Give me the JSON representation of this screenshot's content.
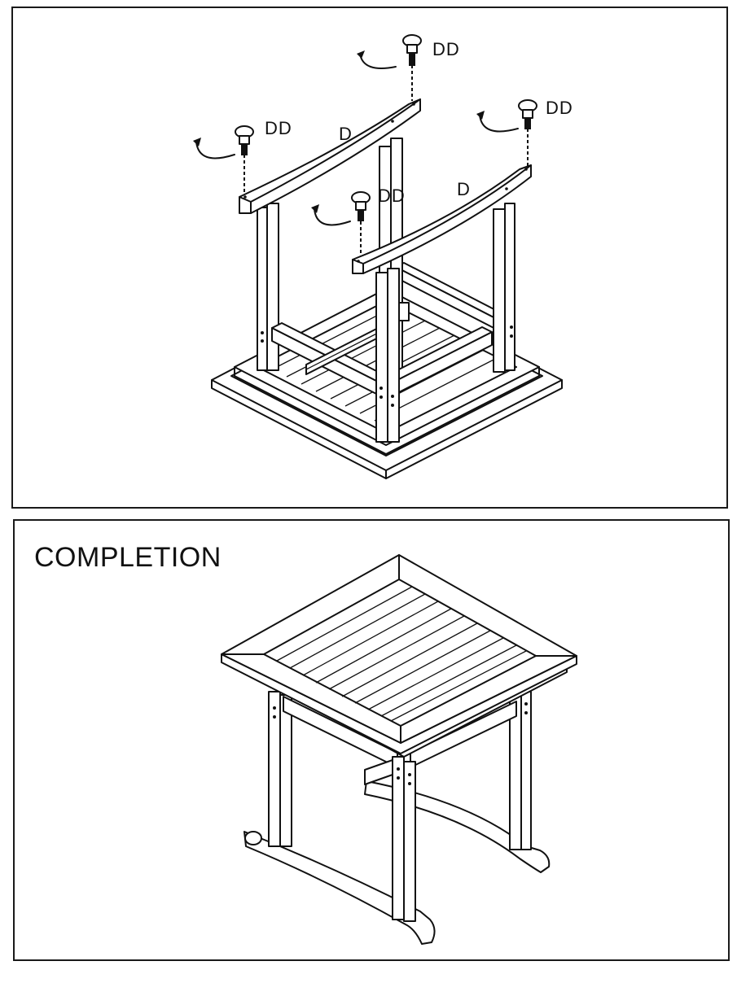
{
  "step_panel": {
    "labels": {
      "screw": "DD",
      "arm_left": "D",
      "arm_right": "D"
    },
    "icons": [
      "knob-screw-icon",
      "rotate-arrow-icon"
    ]
  },
  "completion_panel": {
    "title": "COMPLETION"
  }
}
